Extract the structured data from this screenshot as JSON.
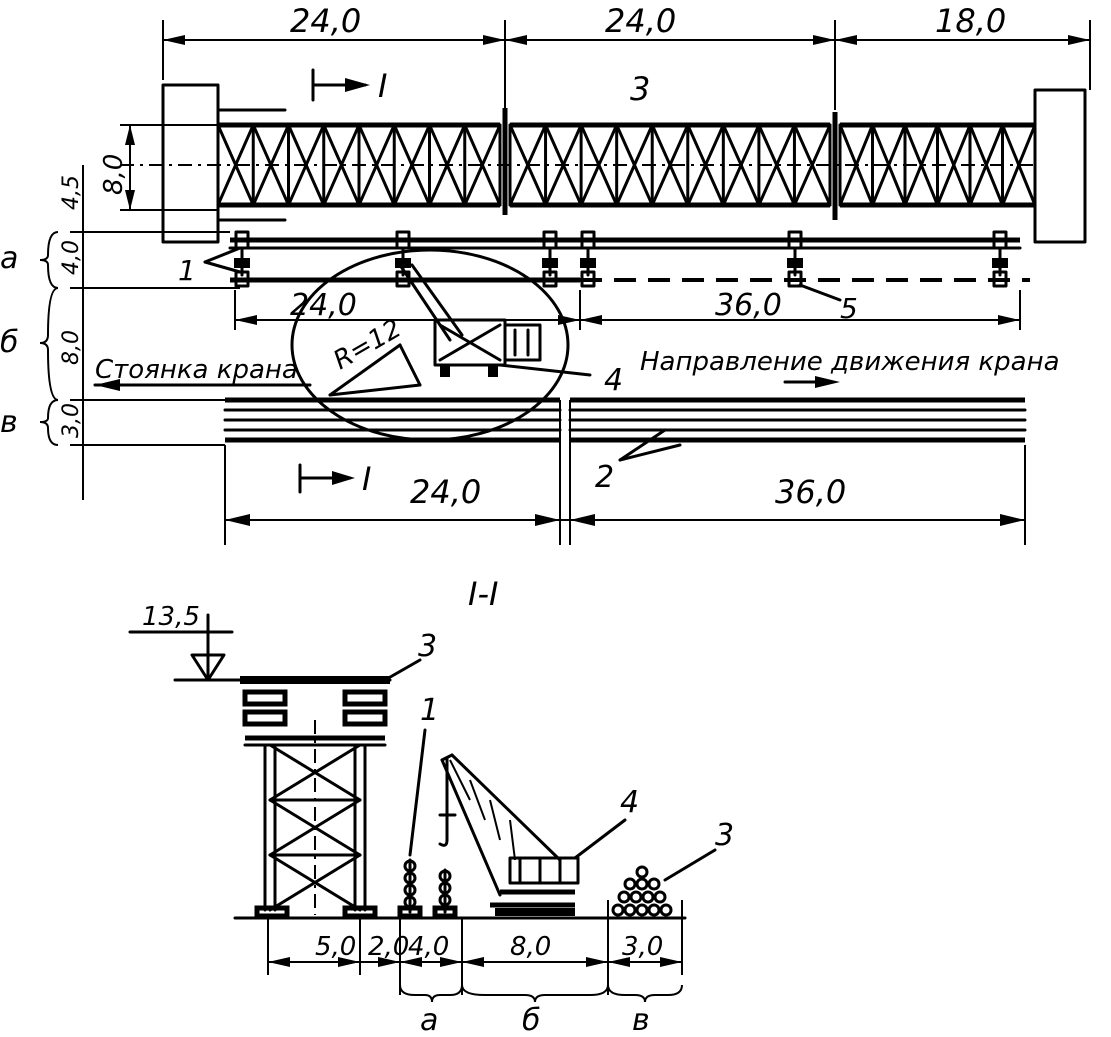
{
  "plan": {
    "top_dims": [
      "24,0",
      "24,0",
      "18,0"
    ],
    "span_label": "3",
    "section_mark_top": "I",
    "section_mark_bottom": "I",
    "side_dims": [
      "8,0",
      "4,5",
      "4,0",
      "8,0",
      "3,0"
    ],
    "zone_letters": [
      "а",
      "б",
      "в"
    ],
    "callout_1": "1",
    "callout_2": "2",
    "callout_4": "4",
    "callout_5": "5",
    "radius_dim": "24,0",
    "radius_label": "R=12",
    "track_dim": "36,0",
    "crane_parking": "Стоянка крана",
    "crane_direction": "Направление движения крана",
    "bottom_dims": [
      "24,0",
      "36,0"
    ]
  },
  "section": {
    "title": "I-I",
    "elevation": "13,5",
    "callout_3_top": "3",
    "callout_1": "1",
    "callout_4": "4",
    "callout_3_right": "3",
    "dims": [
      "5,0",
      "2,0",
      "4,0",
      "8,0",
      "3,0"
    ],
    "zone_letters": [
      "а",
      "б",
      "в"
    ]
  }
}
